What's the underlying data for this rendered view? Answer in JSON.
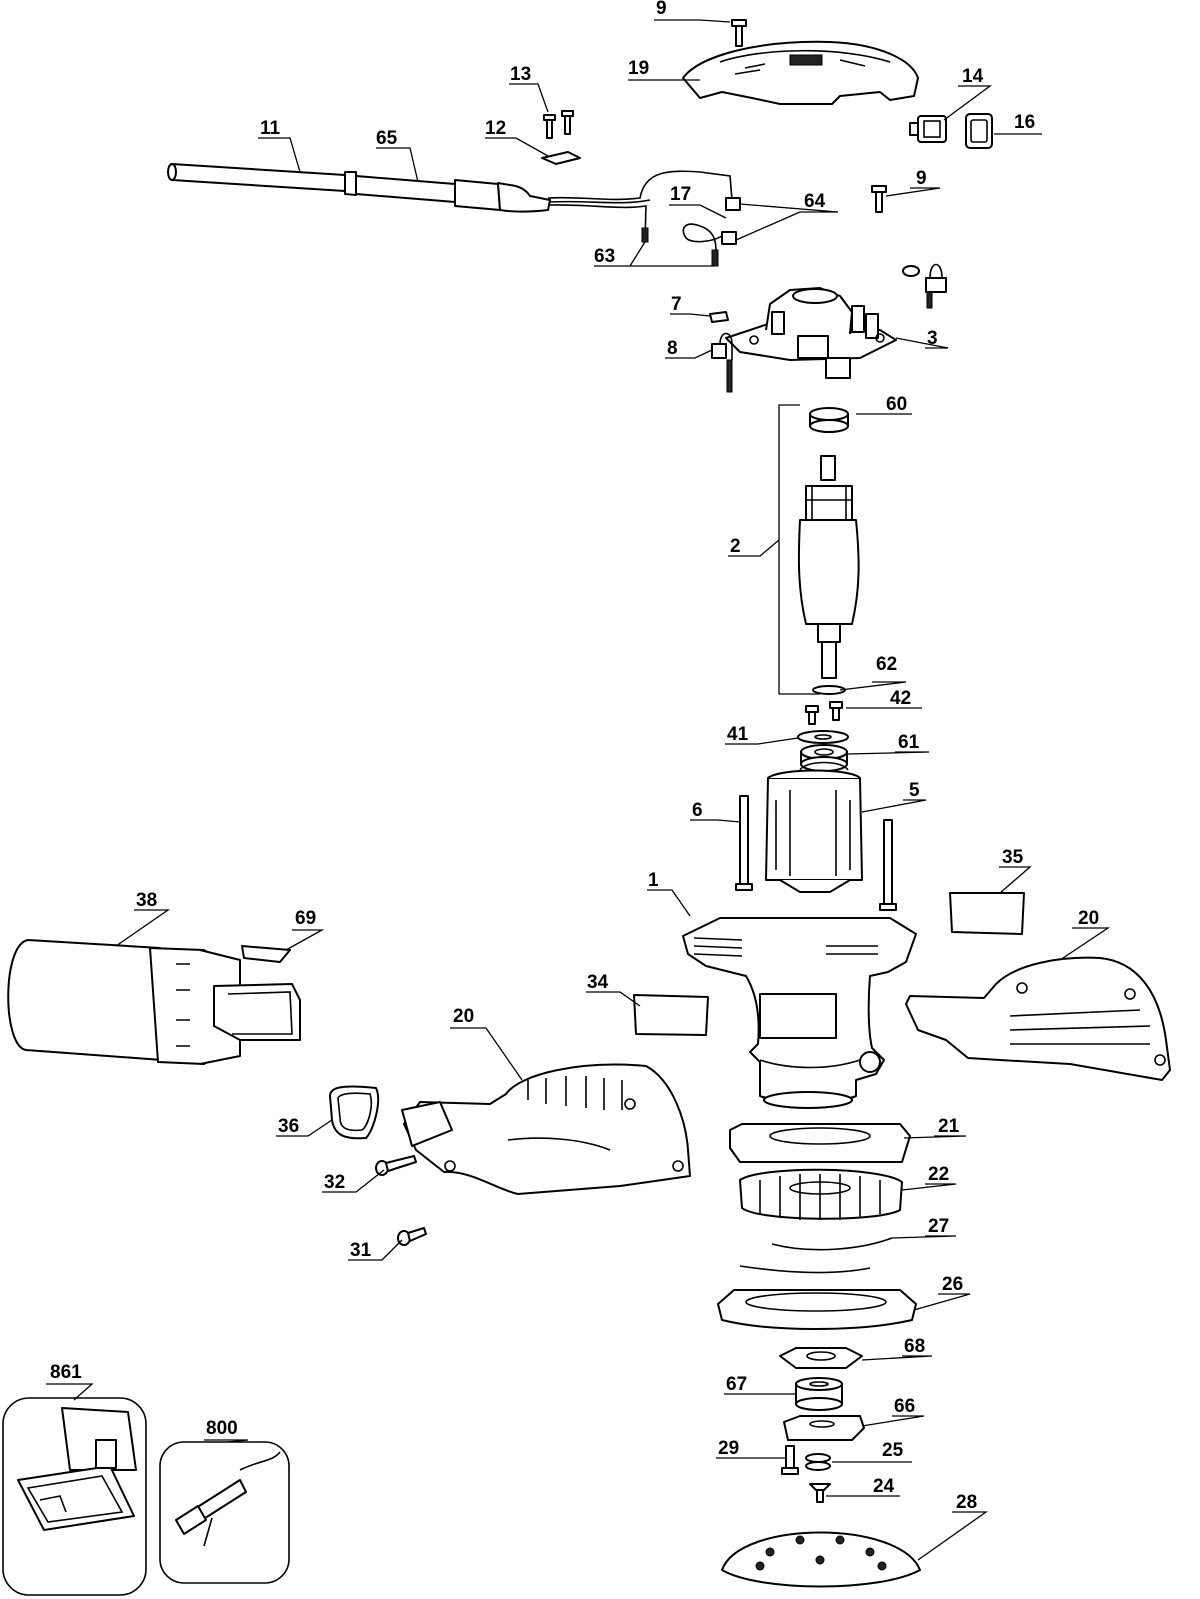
{
  "labels": {
    "l9a": "9",
    "l19": "19",
    "l13": "13",
    "l14": "14",
    "l16": "16",
    "l12": "12",
    "l11": "11",
    "l65": "65",
    "l9b": "9",
    "l17": "17",
    "l64": "64",
    "l63": "63",
    "l7": "7",
    "l8": "8",
    "l3": "3",
    "l60": "60",
    "l2": "2",
    "l62": "62",
    "l42": "42",
    "l41": "41",
    "l61": "61",
    "l6": "6",
    "l5": "5",
    "l35": "35",
    "l1": "1",
    "l38": "38",
    "l69": "69",
    "l20a": "20",
    "l34": "34",
    "l20b": "20",
    "l21": "21",
    "l36": "36",
    "l32": "32",
    "l22": "22",
    "l31": "31",
    "l27": "27",
    "l26": "26",
    "l68": "68",
    "l861": "861",
    "l67": "67",
    "l800": "800",
    "l66": "66",
    "l29": "29",
    "l25": "25",
    "l24": "24",
    "l28": "28"
  }
}
